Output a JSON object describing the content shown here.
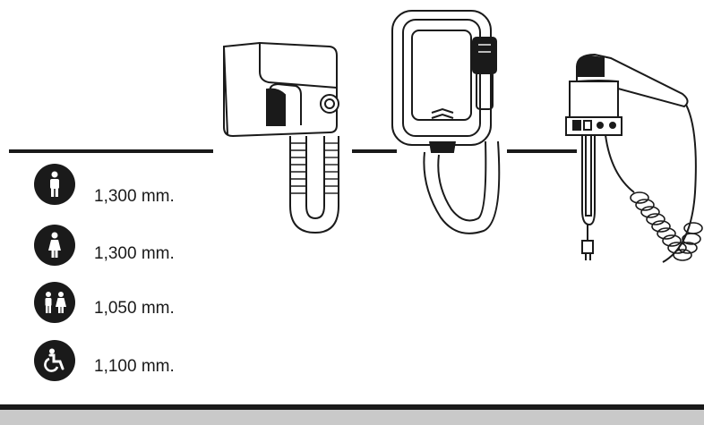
{
  "heights": [
    {
      "icon": "man-icon",
      "label": "1,300 mm."
    },
    {
      "icon": "woman-icon",
      "label": "1,300 mm."
    },
    {
      "icon": "children-icon",
      "label": "1,050 mm."
    },
    {
      "icon": "wheelchair-icon",
      "label": "1,100 mm."
    }
  ],
  "colors": {
    "ink": "#1a1a1a",
    "footer": "#c9c9c9"
  }
}
